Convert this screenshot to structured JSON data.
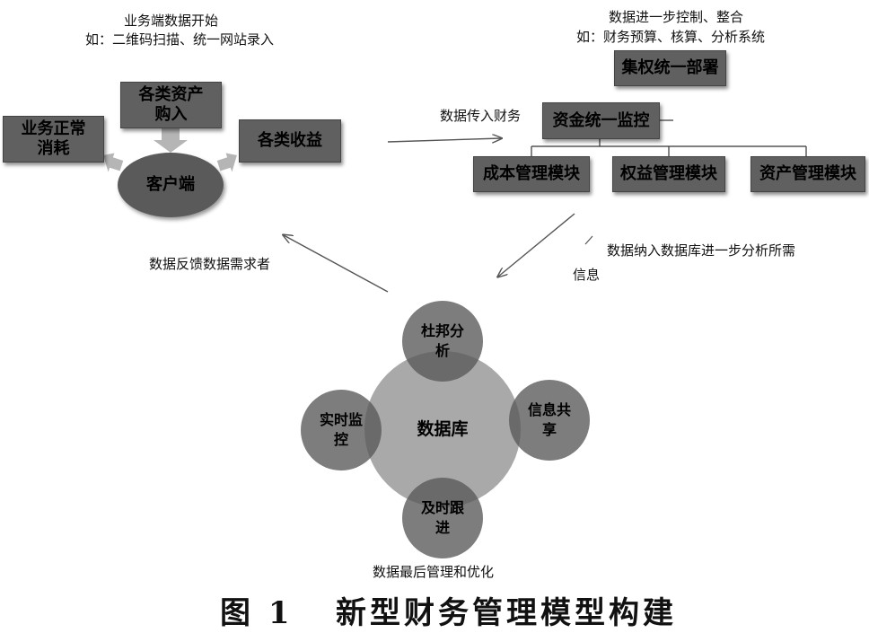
{
  "notes": {
    "start_title": "业务端数据开始",
    "start_example": "如：二维码扫描、统一网站录入",
    "control_title": "数据进一步控制、整合",
    "control_example": "如：财务预算、核算、分析系统",
    "transfer": "数据传入财务",
    "into_db_line1": "数据纳入数据库进一步分析所需",
    "into_db_line2": "信息",
    "feedback": "数据反馈数据需求者",
    "final": "数据最后管理和优化"
  },
  "client_cluster": {
    "client": "客户端",
    "consumption": "业务正常\n消耗",
    "purchase": "各类资产\n购入",
    "income": "各类收益"
  },
  "finance": {
    "central": "集权统一部署",
    "fund_control": "资金统一监控",
    "modules": [
      "成本管理模块",
      "权益管理模块",
      "资产管理模块"
    ]
  },
  "database": {
    "center": "数据库",
    "satellites": {
      "dupont": "杜邦分\n析",
      "share": "信息共\n享",
      "track": "及时跟\n进",
      "monitor": "实时监\n控"
    }
  },
  "caption": "图 1   新型财务管理模型构建",
  "colors": {
    "box_fill": "#606060",
    "client_fill": "#5a5a5a",
    "db_fill": "#a9a9a9",
    "satellite_fill": "#585858",
    "arrow": "#555555"
  }
}
